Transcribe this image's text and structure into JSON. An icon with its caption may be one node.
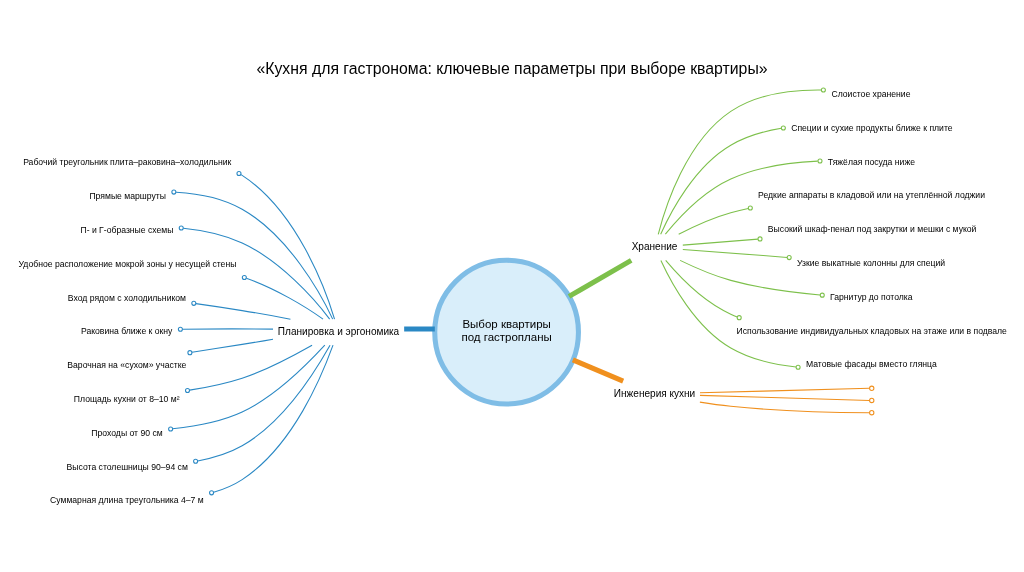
{
  "diagram": {
    "title": "«Кухня для гастронома: ключевые параметры при выборе квартиры»",
    "nodes": [
      {
        "text": [
          "Выбор квартиры под гастропланы"
        ]
      },
      {
        "text": [
          "Планировка и эргономика"
        ]
      },
      {
        "text": [
          "Хранение"
        ]
      },
      {
        "text": [
          "Инженерия кухни"
        ]
      },
      {
        "text": [
          "Рабочий треугольник плита–раковина–холодильник"
        ]
      },
      {
        "text": [
          "Прямые маршруты"
        ]
      },
      {
        "text": [
          "П- и Г-образные схемы"
        ]
      },
      {
        "text": [
          "Удобное расположение мокрой зоны у несущей стены"
        ]
      },
      {
        "text": [
          "Вход рядом с холодильником"
        ]
      },
      {
        "text": [
          "Раковина ближе к окну"
        ]
      },
      {
        "text": [
          "Варочная на «сухом» участке"
        ]
      },
      {
        "text": [
          "Площадь кухни от 8–10 м²"
        ]
      },
      {
        "text": [
          "Проходы от 90 см"
        ]
      },
      {
        "text": [
          "Высота столешницы 90–94 см"
        ]
      },
      {
        "text": [
          "Суммарная длина треугольника 4–7 м"
        ]
      },
      {
        "text": [
          "Слоистое хранение"
        ]
      },
      {
        "text": [
          "Специи и сухие продукты ближе к плите"
        ]
      },
      {
        "text": [
          "Тяжёлая посуда ниже"
        ]
      },
      {
        "text": [
          "Редкие аппараты в кладовой или на утеплённой лоджии"
        ]
      },
      {
        "text": [
          "Высокий шкаф-пенал под закрутки и мешки с мукой"
        ]
      },
      {
        "text": [
          "Узкие выкатные колонны для специй"
        ]
      },
      {
        "text": [
          "Гарнитур до потолка"
        ]
      },
      {
        "text": [
          "Использование индивидуальных кладовых на этаже или в подвале"
        ]
      },
      {
        "text": [
          "Матовые фасады вместо глянца"
        ]
      },
      {
        "text": [],
        "shape": "circle"
      },
      {
        "text": [],
        "shape": "circle"
      },
      {
        "text": [],
        "shape": "circle"
      }
    ],
    "edges": [
      {
        "from": 0,
        "to": 1,
        "arrow": "none",
        "style": "thick"
      },
      {
        "from": 0,
        "to": 2,
        "arrow": "none",
        "style": "thick",
        "color": "#7dc04b"
      },
      {
        "from": 0,
        "to": 3,
        "arrow": "none",
        "style": "thick",
        "color": "#f0901e"
      },
      {
        "from": 1,
        "to": 4,
        "arrow": "other"
      },
      {
        "from": 1,
        "to": 5,
        "arrow": "other"
      },
      {
        "from": 1,
        "to": 6,
        "arrow": "other"
      },
      {
        "from": 1,
        "to": 7,
        "arrow": "other"
      },
      {
        "from": 1,
        "to": 8,
        "arrow": "other"
      },
      {
        "from": 1,
        "to": 9,
        "arrow": "other"
      },
      {
        "from": 1,
        "to": 10,
        "arrow": "other"
      },
      {
        "from": 1,
        "to": 11,
        "arrow": "other"
      },
      {
        "from": 1,
        "to": 12,
        "arrow": "other"
      },
      {
        "from": 1,
        "to": 13,
        "arrow": "other"
      },
      {
        "from": 1,
        "to": 14,
        "arrow": "other"
      },
      {
        "from": 2,
        "to": 15,
        "arrow": "other",
        "color": "#7dc04b"
      },
      {
        "from": 2,
        "to": 16,
        "arrow": "other",
        "color": "#7dc04b"
      },
      {
        "from": 2,
        "to": 17,
        "arrow": "other",
        "color": "#7dc04b"
      },
      {
        "from": 2,
        "to": 18,
        "arrow": "other",
        "color": "#7dc04b"
      },
      {
        "from": 2,
        "to": 19,
        "arrow": "other",
        "color": "#7dc04b"
      },
      {
        "from": 2,
        "to": 20,
        "arrow": "other",
        "color": "#7dc04b"
      },
      {
        "from": 2,
        "to": 21,
        "arrow": "other",
        "color": "#7dc04b"
      },
      {
        "from": 2,
        "to": 22,
        "arrow": "other",
        "color": "#7dc04b"
      },
      {
        "from": 2,
        "to": 23,
        "arrow": "other",
        "color": "#7dc04b"
      },
      {
        "from": 3,
        "to": 24,
        "arrow": "none",
        "color": "#f0901e"
      },
      {
        "from": 3,
        "to": 25,
        "arrow": "none",
        "color": "#f0901e"
      },
      {
        "from": 3,
        "to": 26,
        "arrow": "none",
        "color": "#f0901e"
      }
    ]
  }
}
